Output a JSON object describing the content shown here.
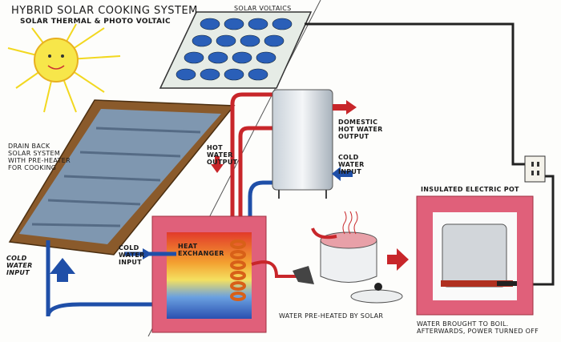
{
  "title": "HYBRID SOLAR COOKING SYSTEM",
  "subtitle": "SOLAR THERMAL & PHOTO VOLTAIC",
  "labels": {
    "solar_voltaics": "SOLAR VOLTAICS",
    "drain_back": "DRAIN BACK\nSOLAR SYSTEM\nWITH PRE-HEATER\nFOR COOKING",
    "hot_water_output": "HOT\nWATER\nOUTPUT",
    "domestic_hot_water": "DOMESTIC\nHOT WATER\nOUTPUT",
    "cold_water_input_tank": "COLD\nWATER\nINPUT",
    "insulated_pot": "INSULATED ELECTRIC POT",
    "cold_water_input_collector": "COLD\nWATER\nINPUT",
    "cold_water_input_exchanger": "COLD\nWATER\nINPUT",
    "heat_exchanger": "HEAT\nEXCHANGER",
    "preheated": "WATER PRE-HEATED BY SOLAR",
    "boil": "WATER BROUGHT TO BOIL.\nAFTERWARDS, POWER TURNED OFF"
  },
  "colors": {
    "hot": "#c8262a",
    "cold": "#1f4fa8",
    "frame": "#e0607a",
    "wood": "#8a5a2b",
    "sun": "#f5e23a"
  }
}
